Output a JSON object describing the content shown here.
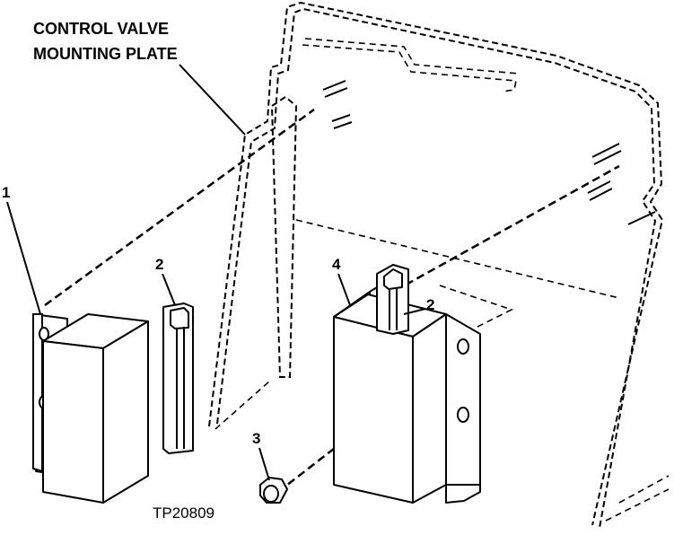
{
  "title": {
    "line1": "CONTROL VALVE",
    "line2": "MOUNTING PLATE"
  },
  "callouts": {
    "c1": "1",
    "c2a": "2",
    "c2b": "2",
    "c3": "3",
    "c4": "4"
  },
  "figure_code": "TP20809"
}
